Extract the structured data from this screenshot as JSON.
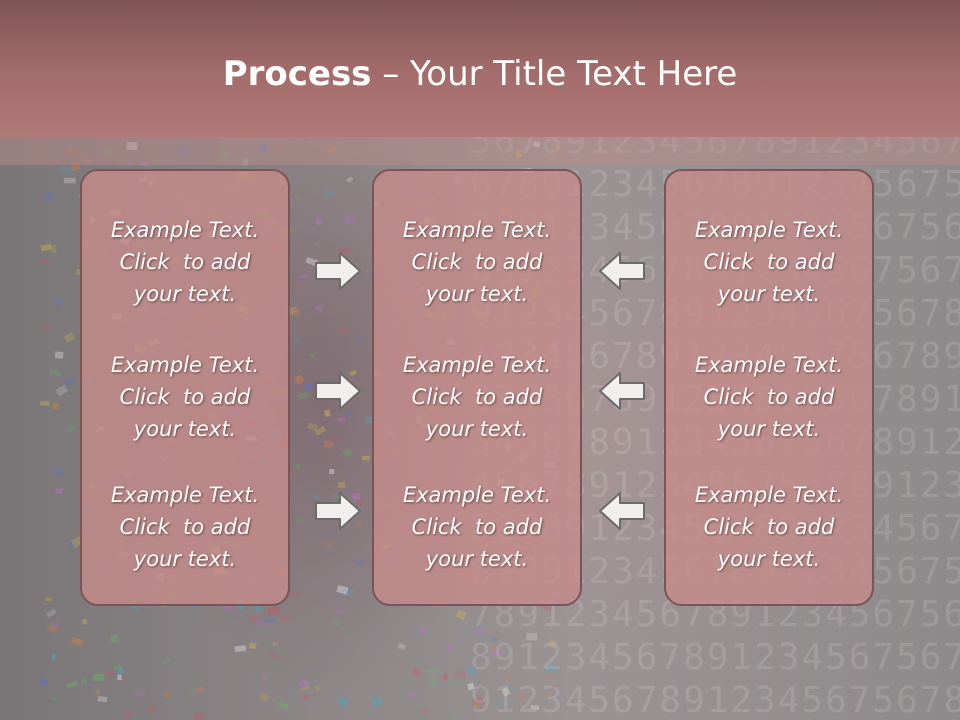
{
  "slide": {
    "title_bold": "Process",
    "title_rest": " – Your Title Text Here"
  },
  "columns": [
    {
      "items": [
        {
          "line1": "Example Text.",
          "line2": "Click  to add",
          "line3": "your text."
        },
        {
          "line1": "Example Text.",
          "line2": "Click  to add",
          "line3": "your text."
        },
        {
          "line1": "Example Text.",
          "line2": "Click  to add",
          "line3": "your text."
        }
      ]
    },
    {
      "items": [
        {
          "line1": "Example Text.",
          "line2": "Click  to add",
          "line3": "your text."
        },
        {
          "line1": "Example Text.",
          "line2": "Click  to add",
          "line3": "your text."
        },
        {
          "line1": "Example Text.",
          "line2": "Click  to add",
          "line3": "your text."
        }
      ]
    },
    {
      "items": [
        {
          "line1": "Example Text.",
          "line2": "Click  to add",
          "line3": "your text."
        },
        {
          "line1": "Example Text.",
          "line2": "Click  to add",
          "line3": "your text."
        },
        {
          "line1": "Example Text.",
          "line2": "Click  to add",
          "line3": "your text."
        }
      ]
    }
  ],
  "arrows": {
    "left_group": "arrow-right-icon",
    "right_group": "arrow-left-icon"
  },
  "colors": {
    "header": "#a46d6b",
    "box_fill": "#c48b8a",
    "box_border": "#7d5454",
    "text": "#ffffff"
  }
}
